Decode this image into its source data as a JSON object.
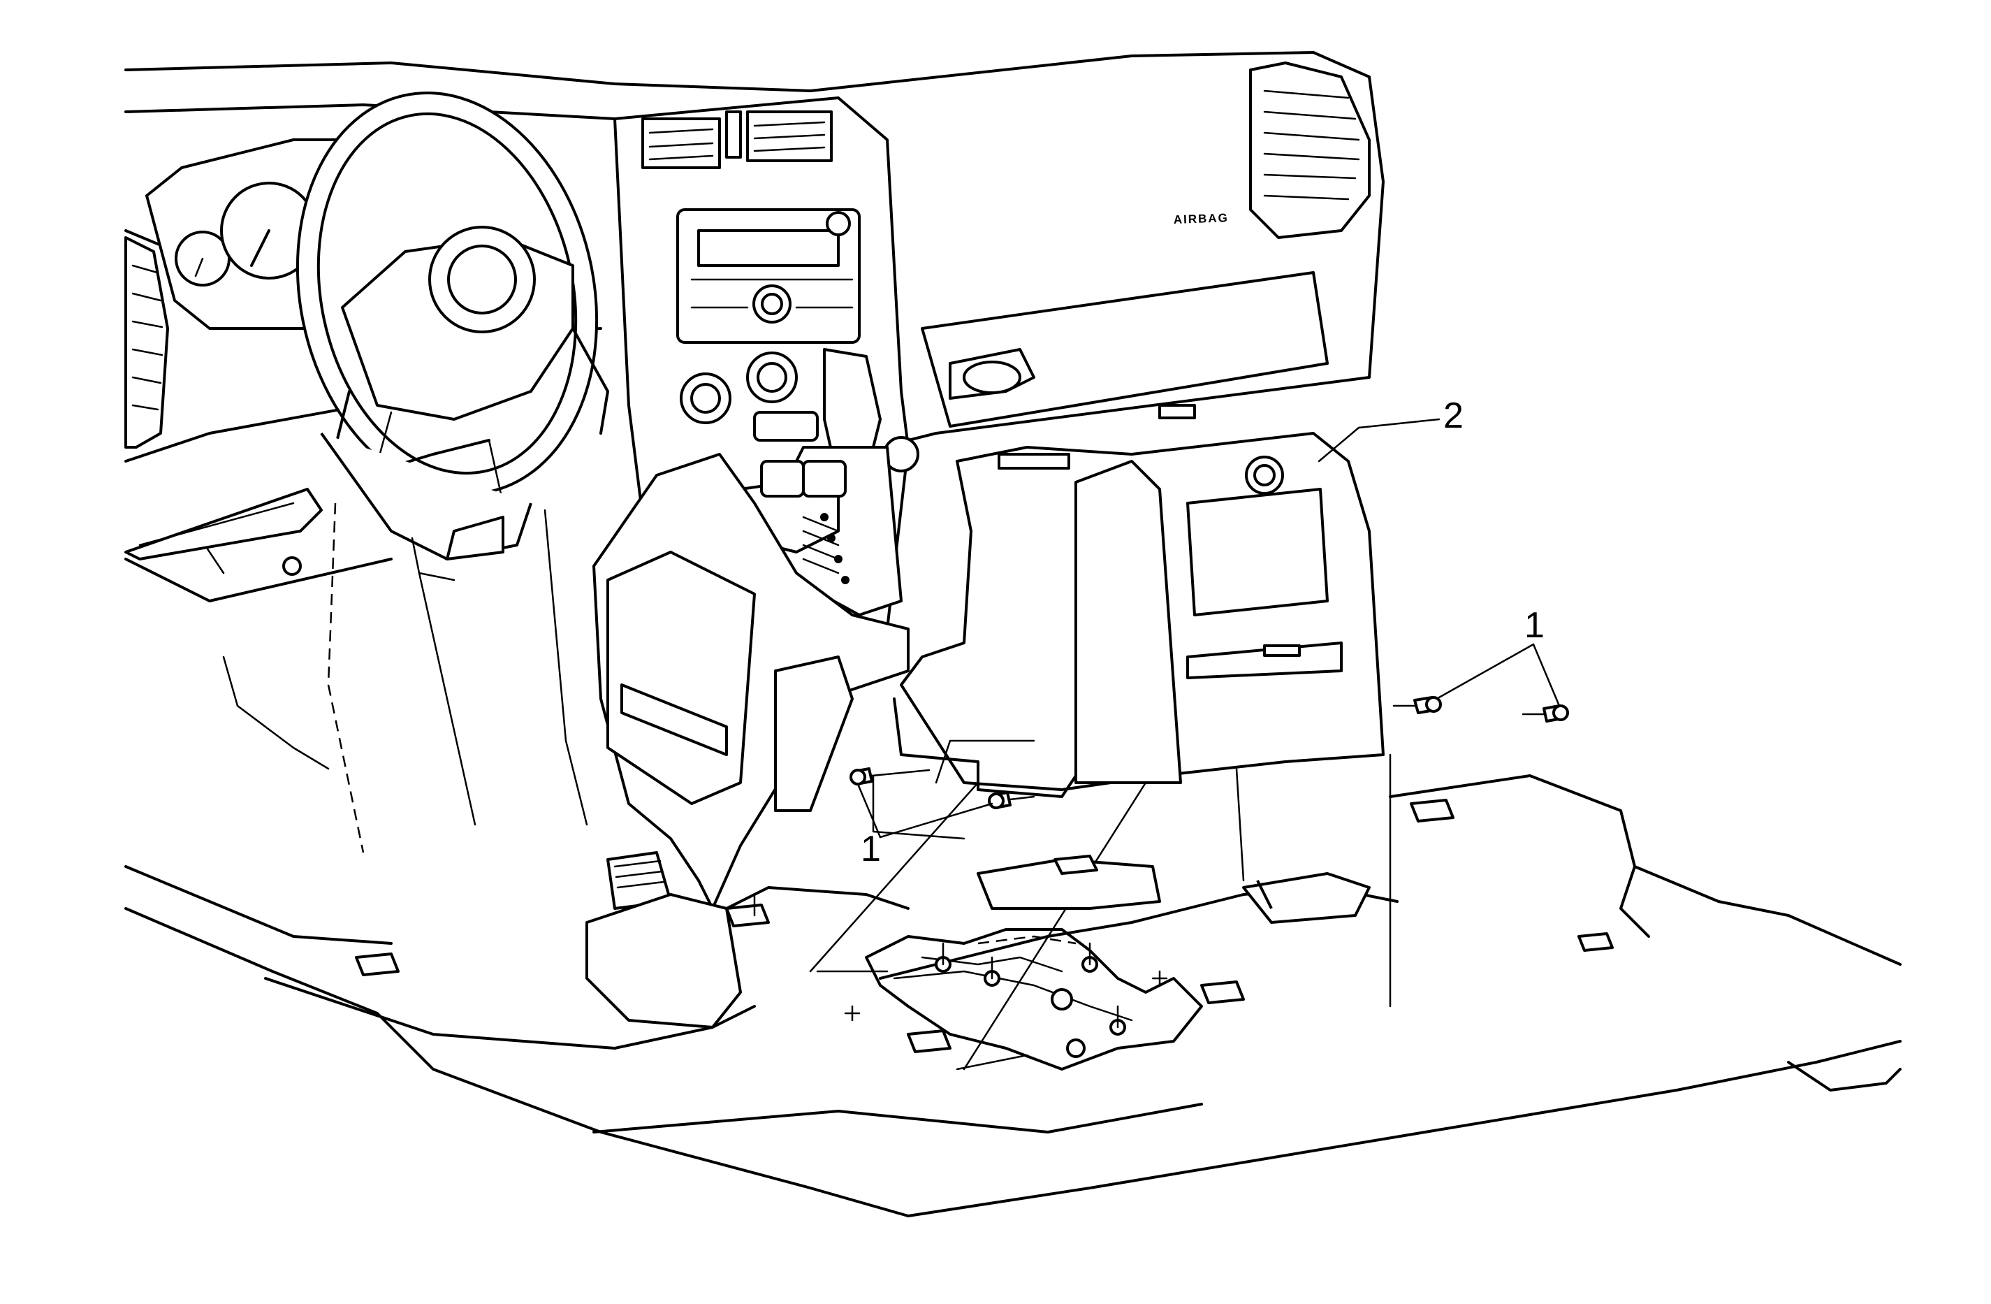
{
  "callouts": {
    "fastener_rear": "1",
    "fastener_front": "1",
    "console": "2"
  },
  "dash": {
    "airbag_label": "AIRBAG"
  }
}
